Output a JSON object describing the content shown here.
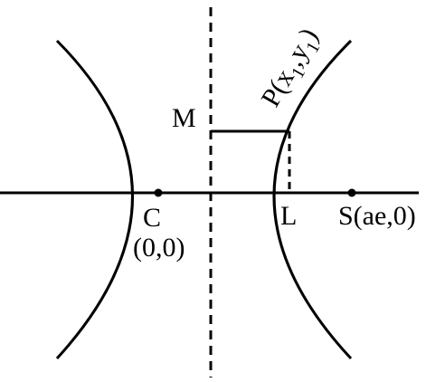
{
  "labels": {
    "M": "M",
    "C": "C",
    "origin": "(0,0)",
    "L": "L",
    "S": "S(ae,0)",
    "P": {
      "prefix": "P(x",
      "sub1": "1",
      "mid": ",y",
      "sub2": "1",
      "suffix": ")"
    }
  },
  "colors": {
    "ink": "#000000",
    "background": "#ffffff"
  }
}
